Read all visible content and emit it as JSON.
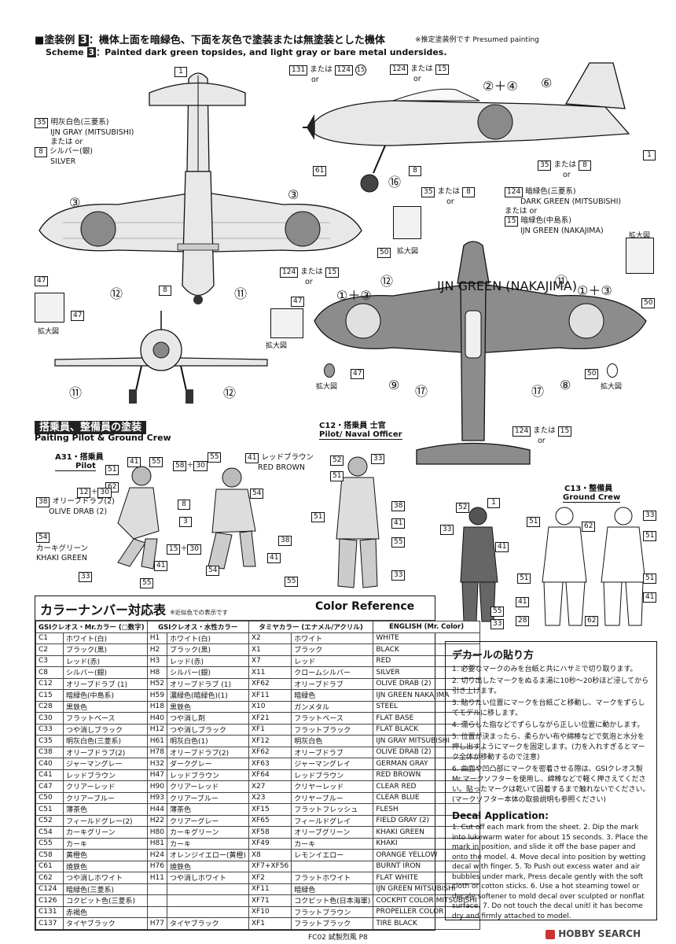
{
  "header": {
    "scheme_jp_prefix": "■塗装例",
    "scheme_num": "3",
    "scheme_jp": "：機体上面を暗緑色、下面を灰色で塗装または無塗装とした機体",
    "scheme_en_prefix": "Scheme",
    "scheme_en": "：Painted dark green topsides, and light gray or bare metal undersides.",
    "presumed": "※推定塗装例です  Presumed painting"
  },
  "callouts": {
    "c131_or_124_15": "131 または 124 (15)",
    "or": "or",
    "c124_or_15": "124 または 15",
    "c35_label_jp": "明灰白色(三菱系)",
    "c35_label_en": "IJN GRAY (MITSUBISHI)",
    "c35_or": "または or",
    "c8_label_jp": "シルバー(銀)",
    "c8_label_en": "SILVER",
    "c124_label_jp": "暗緑色(三菱系)",
    "c124_label_en": "DARK GREEN (MITSUBISHI)",
    "c124_or": "または or",
    "c15_label_jp": "暗緑色(中島系)",
    "c15_label_en": "IJN GREEN (NAKAJIMA)",
    "c35_or_8": "35 または 8",
    "kakudaizu": "拡大図",
    "n1": "1",
    "n8": "8",
    "n47": "47",
    "n50": "50",
    "n61": "61",
    "n35": "35",
    "n124": "124",
    "n15": "15",
    "n131": "131",
    "c2_4": "②＋④",
    "c6": "⑥",
    "c16": "⑯",
    "c3": "③",
    "c12": "⑫",
    "c11": "⑪",
    "c1_3": "①＋③",
    "c9": "⑨",
    "c17": "⑰",
    "c8": "⑧"
  },
  "crew": {
    "section_jp": "搭乗員、整備員の塗装",
    "section_en": "Paiting Pilot & Ground Crew",
    "a31_jp": "A31・搭乗員",
    "a31_en": "Pilot",
    "c12_jp": "C12・搭乗員 士官",
    "c12_en": "Pilot/ Naval Officer",
    "c13_jp": "C13・整備員",
    "c13_en": "Ground Crew",
    "red_brown_jp": "レッドブラウン",
    "red_brown_en": "RED BROWN",
    "olive_jp": "オリーブドラブ(2)",
    "olive_en": "OLIVE DRAB (2)",
    "khaki_jp": "カーキグリーン",
    "khaki_en": "KHAKI GREEN",
    "n51": "51",
    "n41": "41",
    "n55": "55",
    "n62": "62",
    "n12_30": "12 ＋ 30",
    "n38": "38",
    "n54": "54",
    "n33": "33",
    "n15_30": "15 ＋ 30",
    "n58_30": "58 ＋ 30",
    "n52": "52",
    "n28": "28",
    "n3": "3",
    "n8": "8",
    "n1": "1"
  },
  "color_table": {
    "title_jp": "カラーナンバー対応表",
    "title_note": "※近似色での表示です",
    "title_en": "Color Reference",
    "headers": [
      "GSIクレオス・Mr.カラー (□数字)",
      "GSIクレオス・水性カラー",
      "タミヤカラー (エナメル/アクリル)",
      "ENGLISH (Mr. Color)"
    ],
    "rows": [
      [
        "C1",
        "ホワイト(白)",
        "H1",
        "ホワイト(白)",
        "X2",
        "ホワイト",
        "WHITE"
      ],
      [
        "C2",
        "ブラック(黒)",
        "H2",
        "ブラック(黒)",
        "X1",
        "ブラック",
        "BLACK"
      ],
      [
        "C3",
        "レッド(赤)",
        "H3",
        "レッド(赤)",
        "X7",
        "レッド",
        "RED"
      ],
      [
        "C8",
        "シルバー(銀)",
        "H8",
        "シルバー(銀)",
        "X11",
        "クロームシルバー",
        "SILVER"
      ],
      [
        "C12",
        "オリーブドラブ (1)",
        "H52",
        "オリーブドラブ (1)",
        "XF62",
        "オリーブドラブ",
        "OLIVE DRAB (2)"
      ],
      [
        "C15",
        "暗緑色(中島系)",
        "H59",
        "濃緑色(暗緑色)(1)",
        "XF11",
        "暗緑色",
        "IJN GREEN NAKAJIMA"
      ],
      [
        "C28",
        "黒鉄色",
        "H18",
        "黒鉄色",
        "X10",
        "ガンメタル",
        "STEEL"
      ],
      [
        "C30",
        "フラットベース",
        "H40",
        "つや消し剤",
        "XF21",
        "フラットベース",
        "FLAT BASE"
      ],
      [
        "C33",
        "つや消しブラック",
        "H12",
        "つや消しブラック",
        "XF1",
        "フラットブラック",
        "FLAT BLACK"
      ],
      [
        "C35",
        "明灰白色(三菱系)",
        "H61",
        "明灰白色(1)",
        "XF12",
        "明灰白色",
        "IJN GRAY MITSUBISHI"
      ],
      [
        "C38",
        "オリーブドラブ(2)",
        "H78",
        "オリーブドラブ(2)",
        "XF62",
        "オリーブドラブ",
        "OLIVE DRAB (2)"
      ],
      [
        "C40",
        "ジャーマングレー",
        "H32",
        "ダークグレー",
        "XF63",
        "ジャーマングレイ",
        "GERMAN GRAY"
      ],
      [
        "C41",
        "レッドブラウン",
        "H47",
        "レッドブラウン",
        "XF64",
        "レッドブラウン",
        "RED BROWN"
      ],
      [
        "C47",
        "クリアーレッド",
        "H90",
        "クリアーレッド",
        "X27",
        "クリヤーレッド",
        "CLEAR RED"
      ],
      [
        "C50",
        "クリアーブルー",
        "H93",
        "クリアーブルー",
        "X23",
        "クリヤーブルー",
        "CLEAR BLUE"
      ],
      [
        "C51",
        "薄茶色",
        "H44",
        "薄茶色",
        "XF15",
        "フラットフレッシュ",
        "FLESH"
      ],
      [
        "C52",
        "フィールドグレー(2)",
        "H22",
        "クリアーグレー",
        "XF65",
        "フィールドグレイ",
        "FIELD GRAY (2)"
      ],
      [
        "C54",
        "カーキグリーン",
        "H80",
        "カーキグリーン",
        "XF58",
        "オリーブグリーン",
        "KHAKI GREEN"
      ],
      [
        "C55",
        "カーキ",
        "H81",
        "カーキ",
        "XF49",
        "カーキ",
        "KHAKI"
      ],
      [
        "C58",
        "黄橙色",
        "H24",
        "オレンジイエロー(黄橙)",
        "X8",
        "レモンイエロー",
        "ORANGE YELLOW"
      ],
      [
        "C61",
        "焼鉄色",
        "H76",
        "焼鉄色",
        "XF7+XF56",
        "",
        "BURNT IRON"
      ],
      [
        "C62",
        "つや消しホワイト",
        "H11",
        "つや消しホワイト",
        "XF2",
        "フラットホワイト",
        "FLAT WHITE"
      ],
      [
        "C124",
        "暗緑色(三菱系)",
        "",
        "",
        "XF11",
        "暗緑色",
        "IJN GREEN MITSUBISHI"
      ],
      [
        "C126",
        "コクピット色(三菱系)",
        "",
        "",
        "XF71",
        "コクピット色(日本海軍)",
        "COCKPIT COLOR MITSUBISHI"
      ],
      [
        "C131",
        "赤褐色",
        "",
        "",
        "XF10",
        "フラットブラウン",
        "PROPELLER COLOR"
      ],
      [
        "C137",
        "タイヤブラック",
        "H77",
        "タイヤブラック",
        "XF1",
        "フラットブラック",
        "TIRE BLACK"
      ]
    ]
  },
  "decal": {
    "title_jp": "デカールの貼り方",
    "steps_jp": [
      "1. 必要なマークのみを台紙と共にハサミで切り取ります。",
      "2. 切り出したマークをぬるま湯に10秒〜20秒ほど浸してから引き上げます。",
      "3. 貼りたい位置にマークを台紙ごと移動し、マークをずらしてモデルに移します。",
      "4. 濡らした指などでずらしながら正しい位置に動かします。",
      "5. 位置が決まったら、柔らかい布や綿棒などで気泡と水分を押し出すようにマークを固定します。(力を入れすぎるとマーク全体が移動するので注意)",
      "6. 曲面や凹凸部にマークを密着させる際は、GSIクレオス製Mr.マークソフターを使用し、綿棒などで軽く押さえてください。貼ったマークは乾いて固着するまで触れないでください。(マークソフター本体の取扱説明も参照ください)"
    ],
    "title_en": "Decal Application:",
    "text_en": "1. Cut off each mark from the sheet. 2. Dip the mark into lukewarm water for about 15 seconds. 3. Place the mark in position, and slide it off the base paper and onto the model. 4. Move decal into position by wetting decal with finger. 5. To Push out excess water and air bubbles under mark, Press decale gently with the soft cloth or cotton sticks. 6. Use a hot steaming towel or decale softener to mold decal over sculpted or nonflat surface. 7. Do not touch the decal unitl it has become dry and firmly attached to model."
  },
  "footer": {
    "page": "FC02  試製烈風  P8",
    "watermark": "HOBBY SEARCH"
  },
  "colors": {
    "aircraft_light": "#e6e6e6",
    "aircraft_dark": "#8c8c8c",
    "hinomaru": "#8a8a8a",
    "line": "#111111"
  }
}
